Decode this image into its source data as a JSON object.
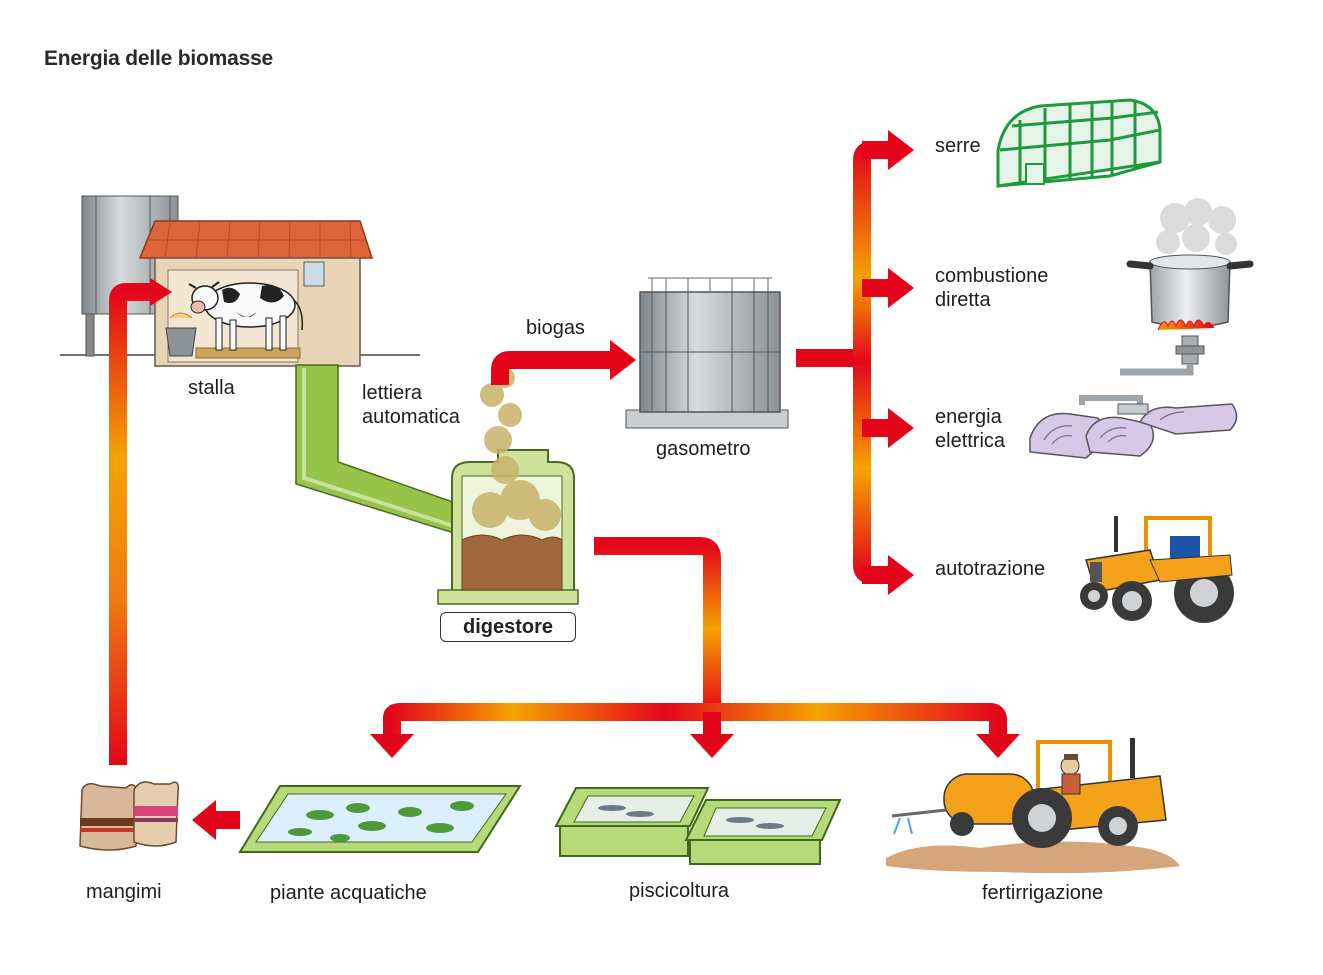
{
  "title": "Energia delle biomasse",
  "labels": {
    "stalla": "stalla",
    "lettiera_1": "lettiera",
    "lettiera_2": "automatica",
    "biogas": "biogas",
    "gasometro": "gasometro",
    "digestore": "digestore",
    "serre": "serre",
    "combustione_1": "combustione",
    "combustione_2": "diretta",
    "energia_1": "energia",
    "energia_2": "elettrica",
    "autotrazione": "autotrazione",
    "mangimi": "mangimi",
    "piante": "piante acquatiche",
    "piscicoltura": "piscicoltura",
    "fertirrigazione": "fertirrigazione"
  },
  "colors": {
    "arrow_red": "#e3061a",
    "arrow_orange": "#f5a300",
    "pipe_green": "#98c34a",
    "tank_grey": "#a9aeb2",
    "roof_orange": "#e0643a",
    "greenhouse_green": "#1e9a3c",
    "tractor_orange": "#f3a21a"
  }
}
